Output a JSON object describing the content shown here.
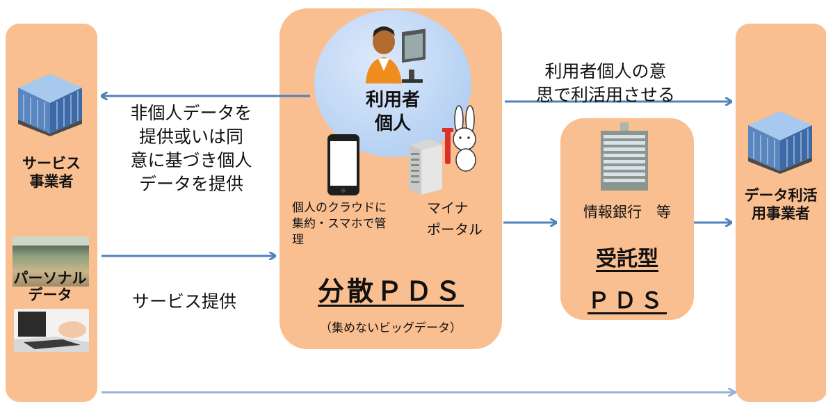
{
  "colors": {
    "panel": "#f9bf91",
    "arrow": "#4f81bd",
    "arrow_light": "#95b3d7",
    "bubble": "#b9d3f3"
  },
  "left_column": {
    "service_provider_label": "サービス\n事業者",
    "personal_data_label": "パーソナル\nデータ"
  },
  "center": {
    "user_label": "利用者\n個人",
    "cloud_note": "個人のクラウドに\n集約・スマホで管\n理",
    "myna_portal": "マイナ\nポータル",
    "title": "分散ＰＤＳ",
    "subtitle": "（集めないビッグデータ）"
  },
  "trust": {
    "info_bank": "情報銀行　等",
    "title1": "受託型",
    "title2": "ＰＤＳ"
  },
  "right_column": {
    "label": "データ利活\n用事業者"
  },
  "arrows_text": {
    "non_personal": "非個人データを\n提供或いは同\n意に基づき個人\nデータを提供",
    "service": "サービス提供",
    "intent": "利用者個人の意\n思で利活用させる"
  },
  "icons": [
    "office-building-icon",
    "storefront-photo",
    "laptop-photo",
    "user-at-computer-icon",
    "smartphone-icon",
    "server-icon",
    "mascot-rabbit-icon",
    "office-tower-icon"
  ]
}
